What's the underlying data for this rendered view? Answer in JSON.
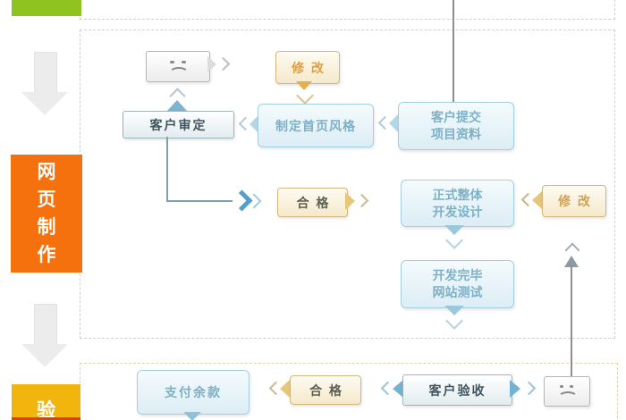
{
  "sidebar": {
    "prev_stage": {
      "label": "",
      "color": "#8fc31f"
    },
    "web_stage": {
      "label": "网页制作",
      "color": "#f4710e"
    },
    "accept_stage": {
      "label": "验",
      "color": "#f2b50d"
    },
    "next_stage": {
      "label": "",
      "color": "#e83a0e"
    }
  },
  "flow": {
    "modify_top": {
      "label": "修改"
    },
    "customer_review": {
      "label": "客户审定"
    },
    "homepage_style": {
      "label": "制定首页风格"
    },
    "customer_submit": {
      "line1": "客户提交",
      "line2": "项目资料"
    },
    "qualified_mid": {
      "label": "合格"
    },
    "formal_dev": {
      "line1": "正式整体",
      "line2": "开发设计"
    },
    "modify_right": {
      "label": "修改"
    },
    "dev_complete": {
      "line1": "开发完毕",
      "line2": "网站测试"
    },
    "pay_balance": {
      "label": "支付余款"
    },
    "qualified_bottom": {
      "label": "合格"
    },
    "customer_accept": {
      "label": "客户验收"
    }
  },
  "icons": {
    "sad_face_top": "sad-face-icon",
    "sad_face_bottom": "sad-face-icon",
    "down_arrow": "down-arrow-icon"
  },
  "colors": {
    "blue_box_border": "#a5cede",
    "blue_box_text": "#7eb0c6",
    "white_box_text": "#3f545d",
    "tan_box_border": "#d2b67e",
    "modify_text": "#dd9f43",
    "qualified_text": "#5c6052",
    "panel_dash_gray": "#cfcfcf",
    "panel_dash_warm": "#ddd5ac",
    "connector_blue": "#7fa0ae",
    "connector_gray": "#8f8f8f"
  }
}
